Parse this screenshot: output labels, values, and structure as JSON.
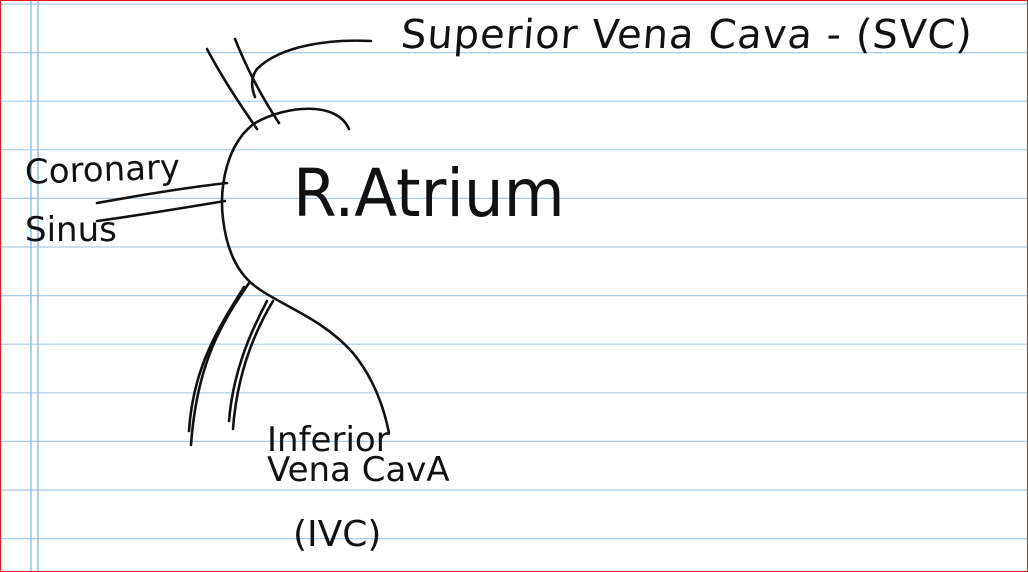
{
  "labels": {
    "svc": "Superior Vena Cava - (SVC)",
    "atrium": "R.Atrium",
    "coronary": "Coronary",
    "sinus": "Sinus",
    "ivc_line1": "Inferior",
    "ivc_line2": "Vena CavA",
    "ivc_abbrev": "(IVC)"
  },
  "colors": {
    "ink": "#111111",
    "ruled_line": "#a9cbe6",
    "margin_line": "#8ec3e8",
    "border": "#e02020"
  }
}
